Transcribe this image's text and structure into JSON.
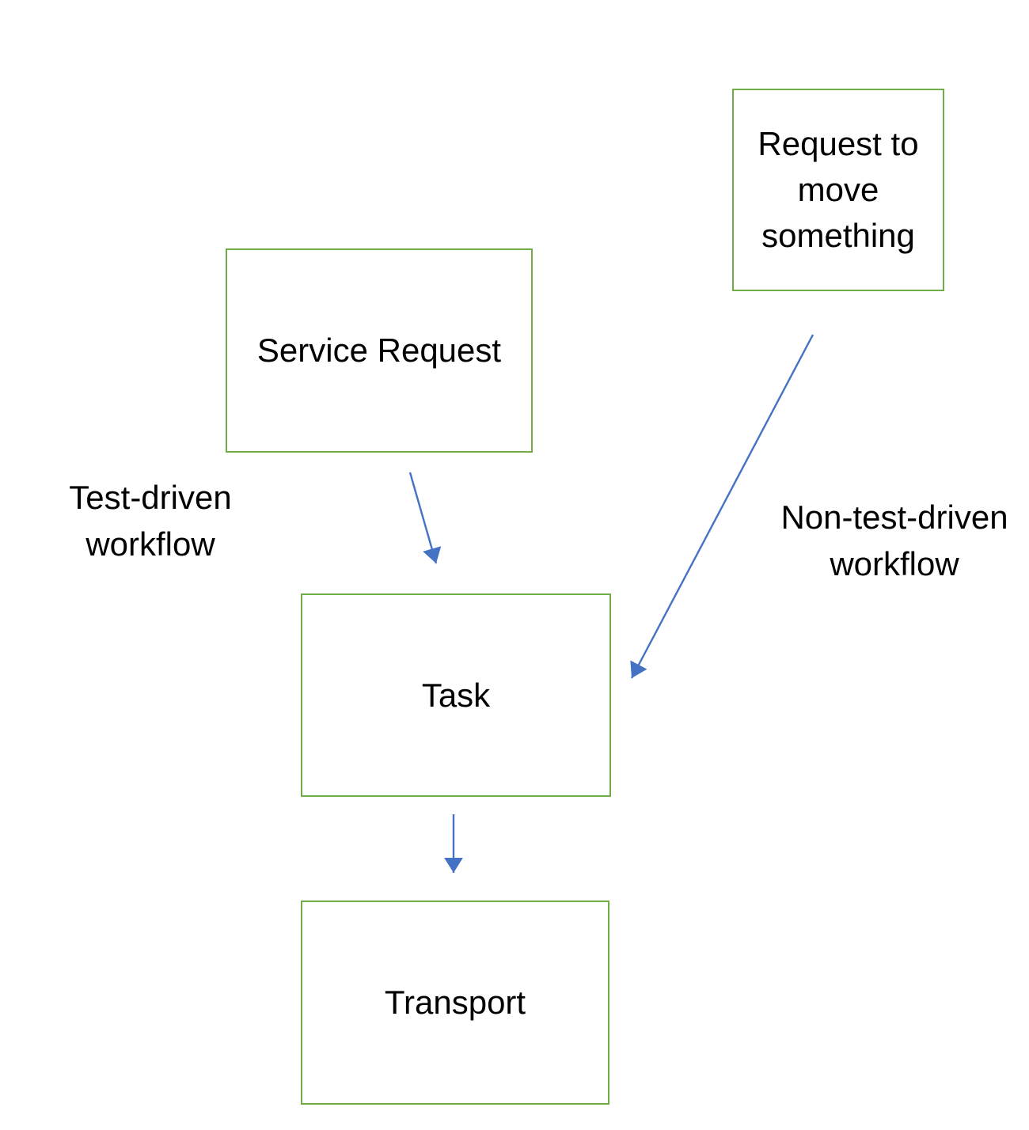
{
  "colors": {
    "box-border": "#70ad47",
    "box-fill": "#ffffff",
    "arrow": "#4472c4",
    "text": "#000000",
    "background": "#ffffff"
  },
  "diagram": {
    "nodes": {
      "request_to_move": {
        "label": "Request to move something"
      },
      "service_request": {
        "label": "Service Request"
      },
      "task": {
        "label": "Task"
      },
      "transport": {
        "label": "Transport"
      }
    },
    "annotations": {
      "test_driven": {
        "label": "Test-driven workflow"
      },
      "non_test_driven": {
        "label": "Non-test-driven workflow"
      }
    },
    "edges": [
      {
        "from": "service_request",
        "to": "task",
        "type": "arrow"
      },
      {
        "from": "request_to_move",
        "to": "task",
        "type": "arrow"
      },
      {
        "from": "task",
        "to": "transport",
        "type": "arrow"
      }
    ]
  }
}
